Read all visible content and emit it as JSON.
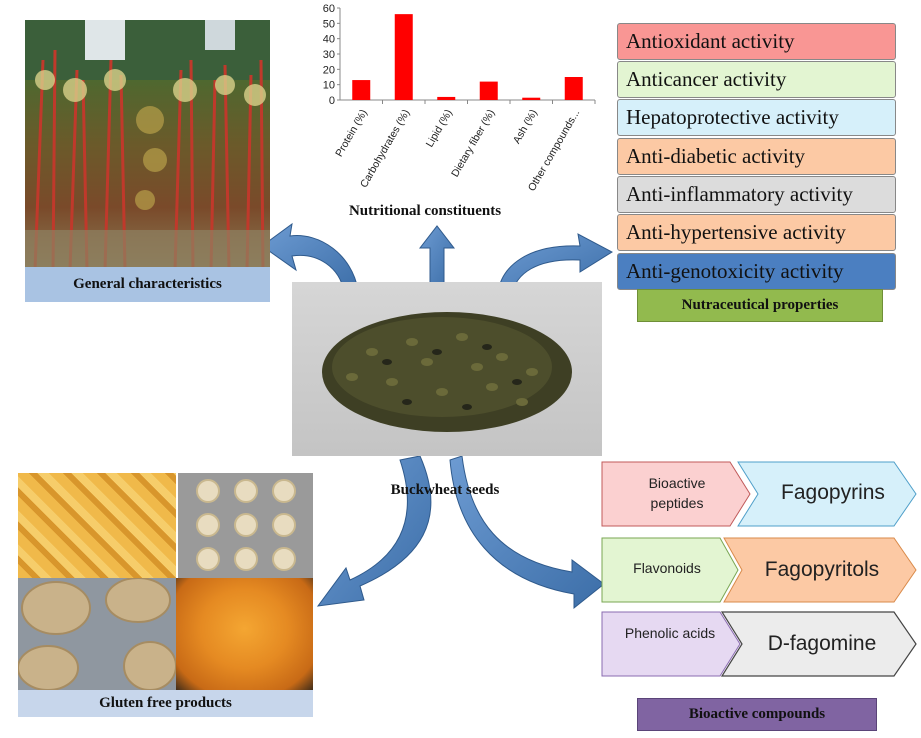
{
  "chart_data": {
    "type": "bar",
    "categories": [
      "Protein (%)",
      "Carbohydrates (%)",
      "Lipid (%)",
      "Dietary fiber (%)",
      "Ash (%)",
      "Other compounds..."
    ],
    "values": [
      13,
      56,
      2,
      12,
      1.5,
      15
    ],
    "yticks": [
      "0",
      "10",
      "20",
      "30",
      "40",
      "50",
      "60"
    ],
    "ylim": [
      0,
      60
    ],
    "bar_color": "#ff0000",
    "grid": false
  },
  "captions": {
    "nutritional": "Nutritional constituents",
    "general": "General characteristics",
    "seeds": "Buckwheat seeds",
    "gluten": "Gluten free products",
    "nutraceutical": "Nutraceutical properties",
    "bioactive": "Bioactive compounds"
  },
  "activities": [
    {
      "label": "Antioxidant activity",
      "color": "#f99694"
    },
    {
      "label": "Anticancer activity",
      "color": "#e3f5d2"
    },
    {
      "label": "Hepatoprotective activity",
      "color": "#d6f0fa"
    },
    {
      "label": "Anti-diabetic activity",
      "color": "#fcc9a4"
    },
    {
      "label": "Anti-inflammatory activity",
      "color": "#dcdcdc"
    },
    {
      "label": "Anti-hypertensive activity",
      "color": "#fcc9a4"
    },
    {
      "label": "Anti-genotoxicity activity",
      "color": "#4b7fc1"
    }
  ],
  "compounds": [
    {
      "small": "Bioactive peptides",
      "big": "Fagopyrins",
      "small_color": "#fbd0d0",
      "big_color": "#d6f0fa"
    },
    {
      "small": "Flavonoids",
      "big": "Fagopyritols",
      "small_color": "#e3f5d2",
      "big_color": "#fcc9a4"
    },
    {
      "small": "Phenolic acids",
      "big": "D-fagomine",
      "small_color": "#e6d9f2",
      "big_color": "#ececec"
    }
  ],
  "colors": {
    "arrow": "#4f81bd",
    "general_box": "#a9c3e3",
    "gluten_box": "#c7d6eb",
    "nutraceutical_box": "#92ba4e",
    "bioactive_box": "#8064a2"
  }
}
